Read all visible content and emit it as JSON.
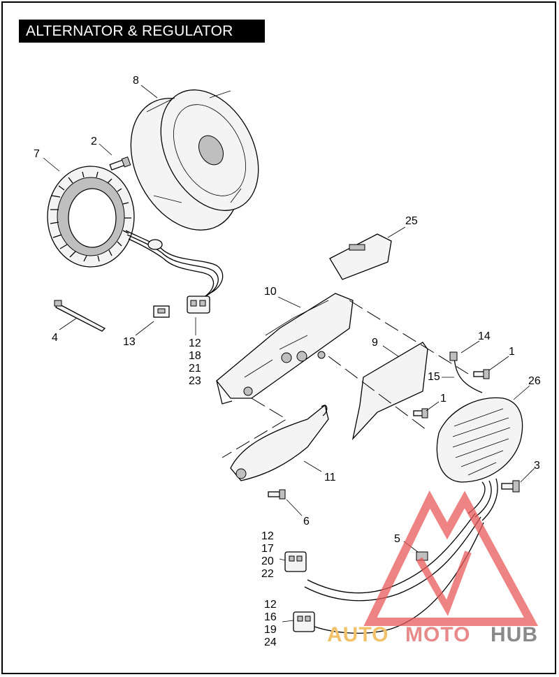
{
  "title": "ALTERNATOR & REGULATOR",
  "callouts": {
    "c8": "8",
    "c2": "2",
    "c7": "7",
    "c4": "4",
    "c13": "13",
    "c12a": "12",
    "c18": "18",
    "c21": "21",
    "c23": "23",
    "c25": "25",
    "c10": "10",
    "c9": "9",
    "c14": "14",
    "c1a": "1",
    "c15": "15",
    "c1b": "1",
    "c26": "26",
    "c3": "3",
    "c11": "11",
    "c6": "6",
    "c5": "5",
    "c12b": "12",
    "c17": "17",
    "c20": "20",
    "c22": "22",
    "c12c": "12",
    "c16": "16",
    "c19": "19",
    "c24": "24"
  },
  "watermark": {
    "auto": "AUTO",
    "moto": "MOTO",
    "hub": "HUB",
    "colors": {
      "auto": "#f2c26b",
      "moto": "#e88a8a",
      "hub": "#8a8a8a",
      "triangle": "#e85a5a"
    }
  }
}
